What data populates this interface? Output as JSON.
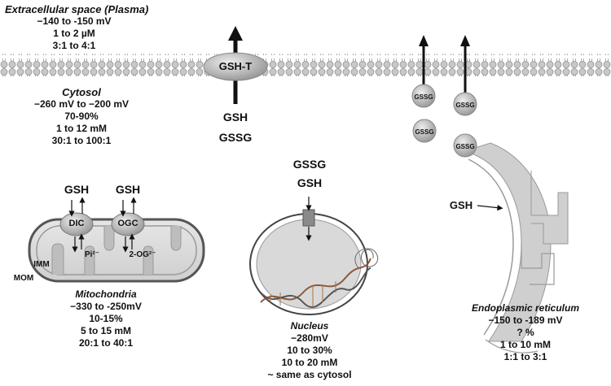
{
  "extracellular": {
    "title": "Extracellular space (Plasma)",
    "potential": "−140 to -150 mV",
    "conc": "1 to 2 µM",
    "ratio": "3:1 to 4:1"
  },
  "cytosol": {
    "title": "Cytosol",
    "potential": "−260 mV to −200 mV",
    "percent": "70-90%",
    "conc": "1 to 12 mM",
    "ratio": "30:1 to 100:1"
  },
  "transporter": {
    "label": "GSH-T",
    "gsh": "GSH",
    "gssg": "GSSG"
  },
  "mitochondria": {
    "gsh_left": "GSH",
    "gsh_right": "GSH",
    "dic": "DIC",
    "ogc": "OGC",
    "pi": "Pi²⁻",
    "og": "2-OG²⁻",
    "imm": "IMM",
    "mom": "MOM",
    "title": "Mitochondria",
    "potential": "−330 to -250mV",
    "percent": "10-15%",
    "conc": "5 to 15 mM",
    "ratio": "20:1 to 40:1"
  },
  "nucleus": {
    "gssg": "GSSG",
    "gsh": "GSH",
    "title": "Nucleus",
    "potential": "−280mV",
    "percent": "10 to 30%",
    "conc": "10 to 20 mM",
    "ratio": "~ same as cytosol"
  },
  "er": {
    "vesicle_labels": [
      "GSSG",
      "GSSG",
      "GSSG",
      "GSSG"
    ],
    "gsh": "GSH",
    "title": "Endoplasmic reticulum",
    "potential": "−150 to -189 mV",
    "percent": "? %",
    "conc": "1 to 10 mM",
    "ratio": "1:1 to 3:1"
  }
}
